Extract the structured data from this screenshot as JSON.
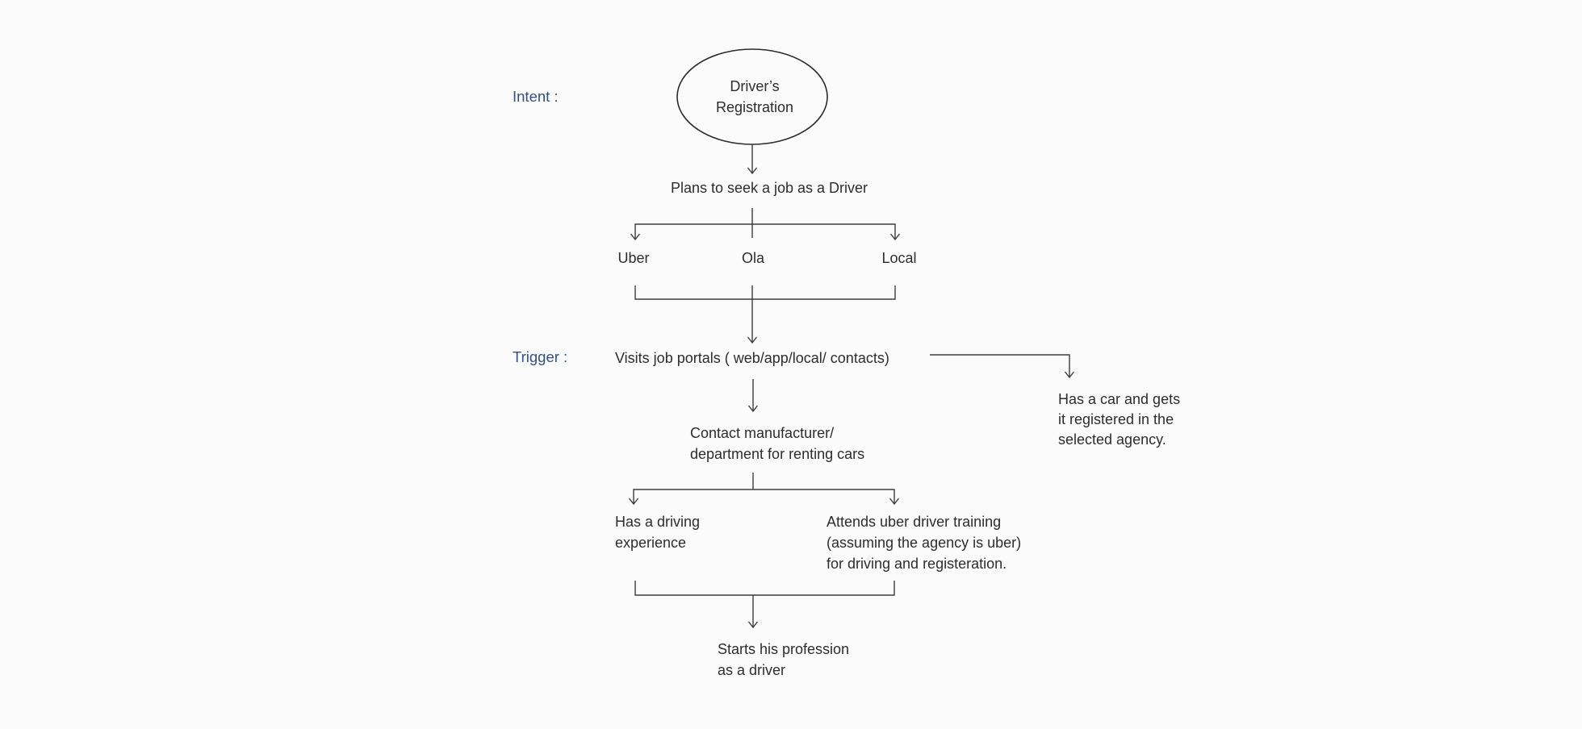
{
  "page": {
    "background_color": "#fbfbfc"
  },
  "diagram": {
    "colors": {
      "section_label": "#32517e",
      "node_text": "#2d2d2d",
      "line": "#3c3c3c"
    },
    "section_labels": {
      "intent": "Intent :",
      "trigger": "Trigger :"
    },
    "nodes": {
      "start": "Driver’s\nRegistration",
      "plans": "Plans to seek a job as a Driver",
      "agency_options": [
        "Uber",
        "Ola",
        "Local"
      ],
      "visits": "Visits job portals ( web/app/local/ contacts)",
      "has_car": "Has a car and gets\nit registered in the\nselected agency.",
      "contact": "Contact manufacturer/\ndepartment for renting cars",
      "experience": "Has a driving\nexperience",
      "training": "Attends uber driver training\n(assuming the agency is uber)\nfor driving and registeration.",
      "starts": "Starts his profession\nas a driver"
    }
  }
}
